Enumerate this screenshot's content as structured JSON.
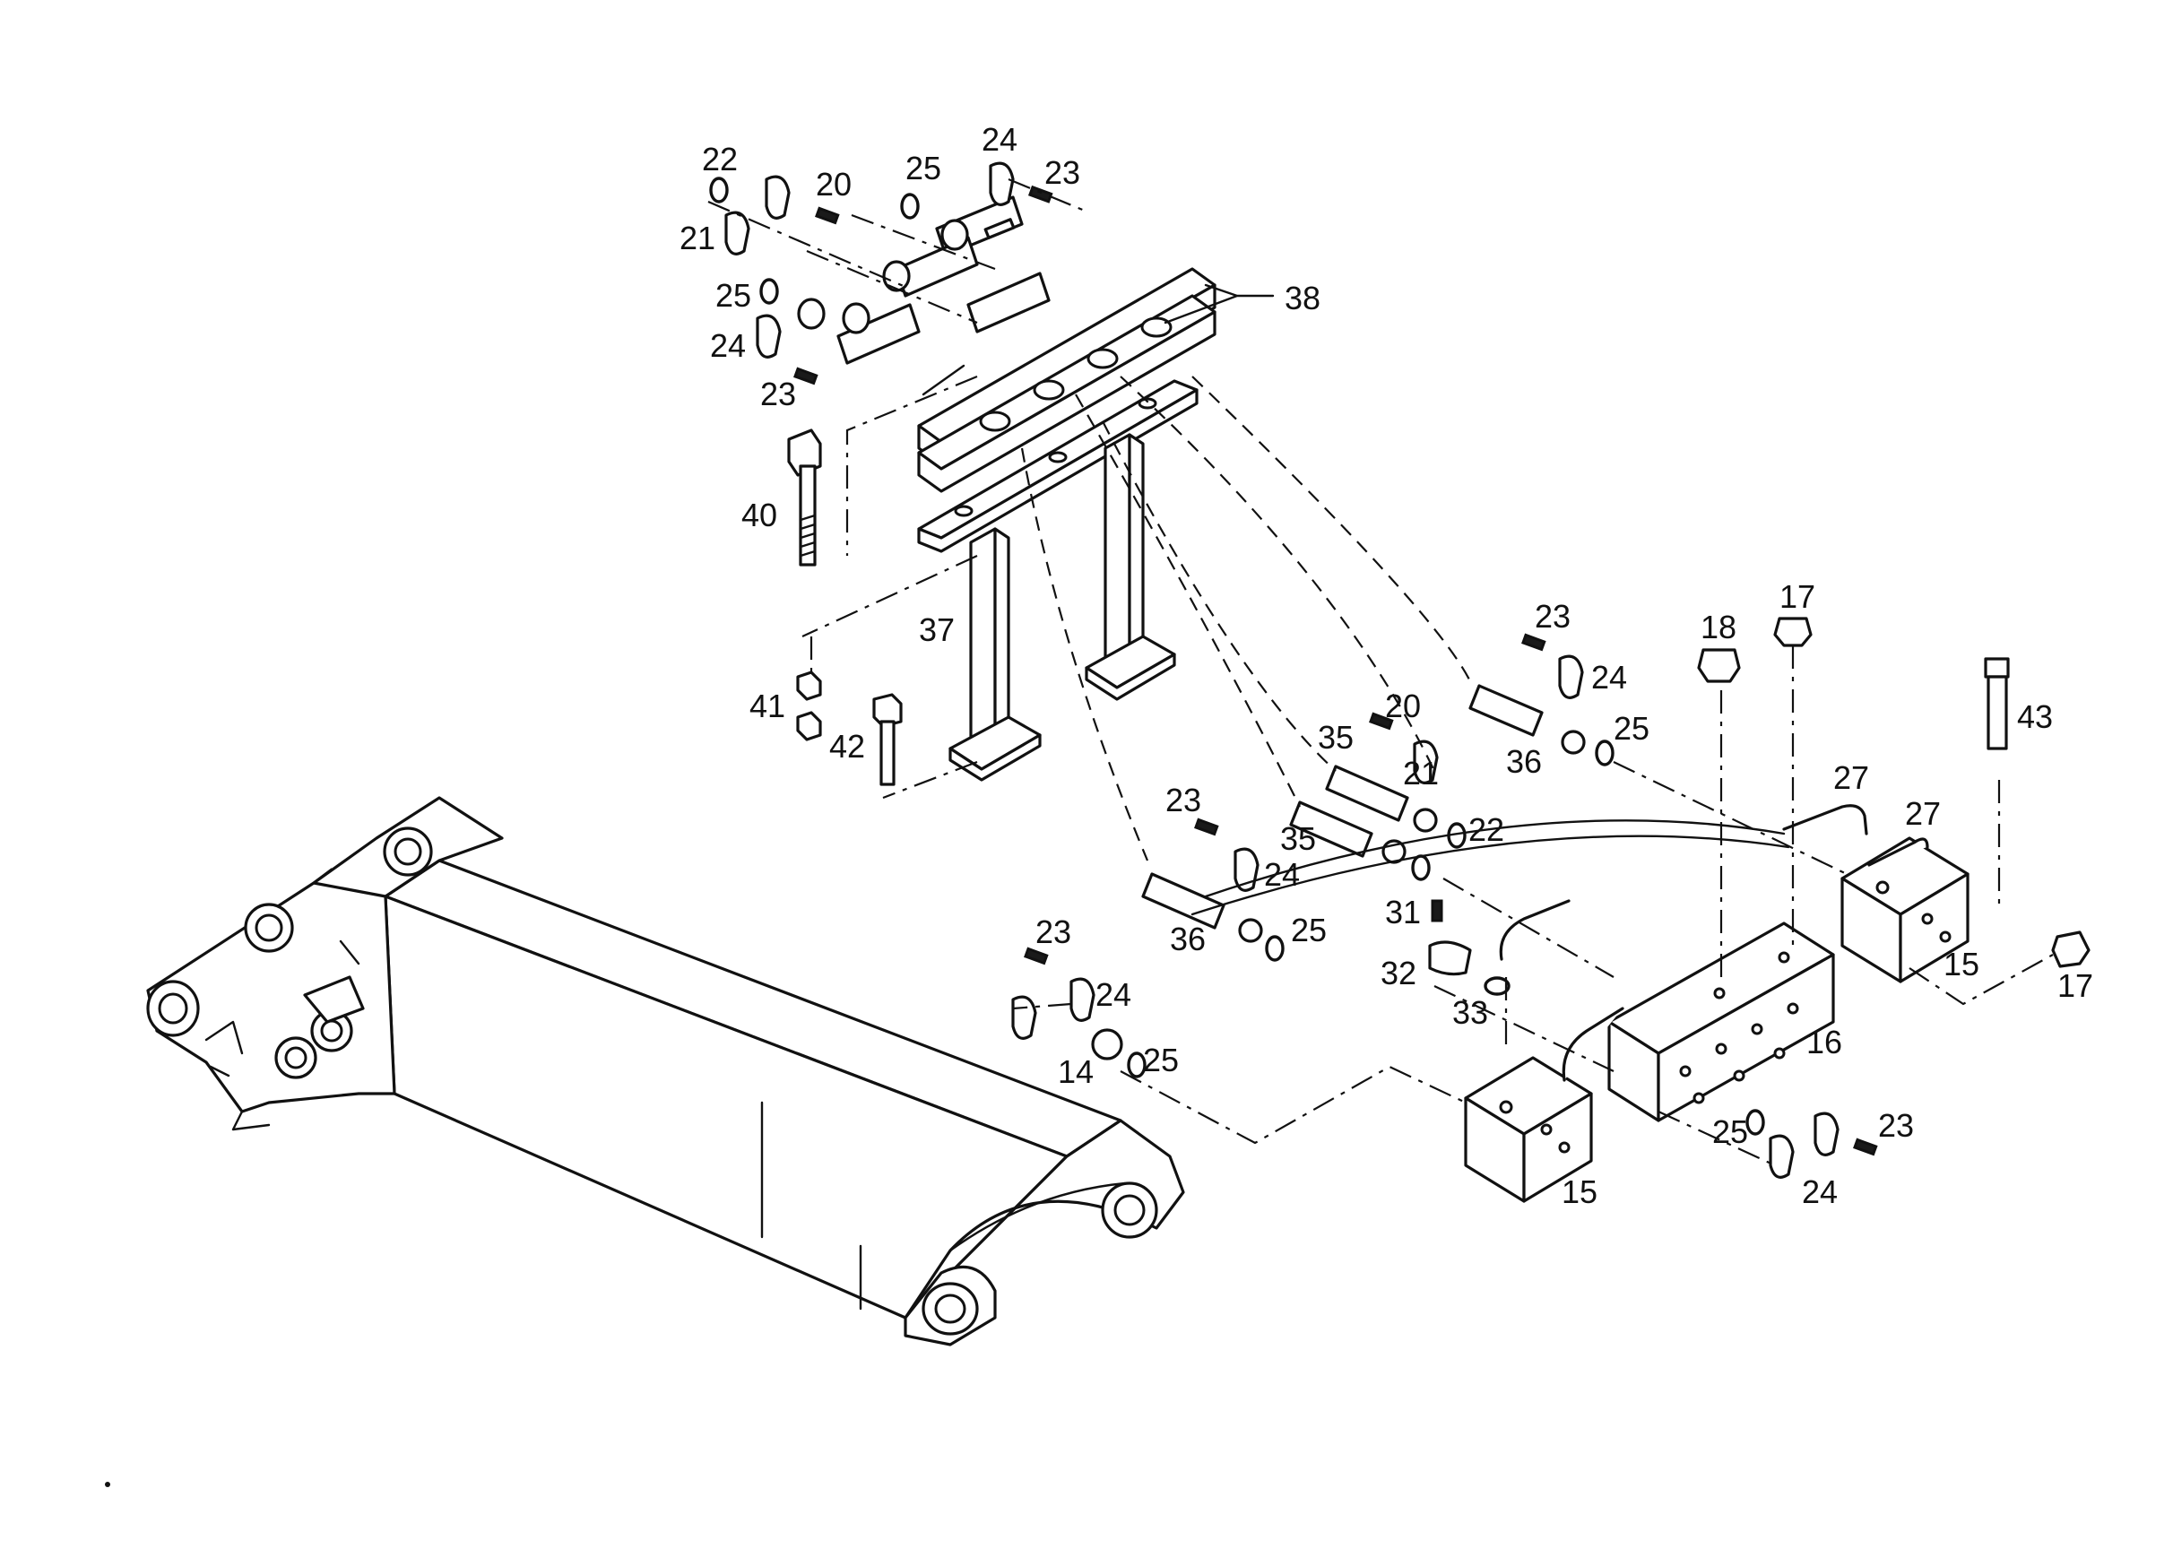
{
  "figure": {
    "callouts": [
      {
        "id": "c22a",
        "text": "22"
      },
      {
        "id": "c20a",
        "text": "20"
      },
      {
        "id": "c25a",
        "text": "25"
      },
      {
        "id": "c24a",
        "text": "24"
      },
      {
        "id": "c23a",
        "text": "23"
      },
      {
        "id": "c21a",
        "text": "21"
      },
      {
        "id": "c38",
        "text": "38"
      },
      {
        "id": "c25b",
        "text": "25"
      },
      {
        "id": "c24b",
        "text": "24"
      },
      {
        "id": "c23b",
        "text": "23"
      },
      {
        "id": "c40",
        "text": "40"
      },
      {
        "id": "c37",
        "text": "37"
      },
      {
        "id": "c41",
        "text": "41"
      },
      {
        "id": "c42",
        "text": "42"
      },
      {
        "id": "c18",
        "text": "18"
      },
      {
        "id": "c17a",
        "text": "17"
      },
      {
        "id": "c23c",
        "text": "23"
      },
      {
        "id": "c24c",
        "text": "24"
      },
      {
        "id": "c43",
        "text": "43"
      },
      {
        "id": "c20b",
        "text": "20"
      },
      {
        "id": "c35a",
        "text": "35"
      },
      {
        "id": "c21b",
        "text": "21"
      },
      {
        "id": "c36a",
        "text": "36"
      },
      {
        "id": "c25c",
        "text": "25"
      },
      {
        "id": "c27a",
        "text": "27"
      },
      {
        "id": "c27b",
        "text": "27"
      },
      {
        "id": "c23d",
        "text": "23"
      },
      {
        "id": "c35b",
        "text": "35"
      },
      {
        "id": "c22b",
        "text": "22"
      },
      {
        "id": "c24d",
        "text": "24"
      },
      {
        "id": "c31",
        "text": "31"
      },
      {
        "id": "c36b",
        "text": "36"
      },
      {
        "id": "c25d",
        "text": "25"
      },
      {
        "id": "c32",
        "text": "32"
      },
      {
        "id": "c33",
        "text": "33"
      },
      {
        "id": "c15a",
        "text": "15"
      },
      {
        "id": "c17b",
        "text": "17"
      },
      {
        "id": "c23e",
        "text": "23"
      },
      {
        "id": "c24e",
        "text": "24"
      },
      {
        "id": "c14",
        "text": "14"
      },
      {
        "id": "c25e",
        "text": "25"
      },
      {
        "id": "c16",
        "text": "16"
      },
      {
        "id": "c25f",
        "text": "25"
      },
      {
        "id": "c23f",
        "text": "23"
      },
      {
        "id": "c15b",
        "text": "15"
      },
      {
        "id": "c24f",
        "text": "24"
      }
    ]
  }
}
